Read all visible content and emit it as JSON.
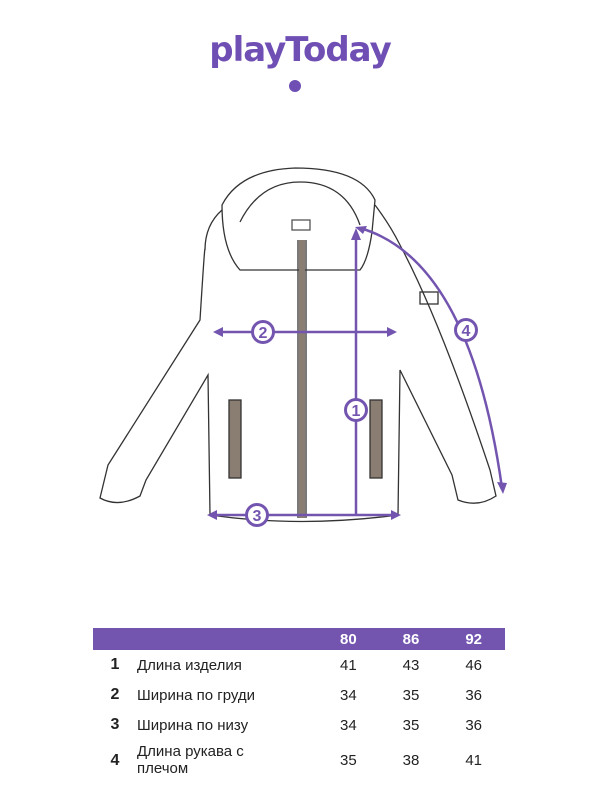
{
  "brand": {
    "logo": "playToday"
  },
  "diagram": {
    "markers": [
      "1",
      "2",
      "3",
      "4"
    ],
    "accent": "#7355b0"
  },
  "table": {
    "sizes": [
      "80",
      "86",
      "92"
    ],
    "rows": [
      {
        "num": "1",
        "label": "Длина изделия",
        "values": [
          "41",
          "43",
          "46"
        ]
      },
      {
        "num": "2",
        "label": "Ширина по груди",
        "values": [
          "34",
          "35",
          "36"
        ]
      },
      {
        "num": "3",
        "label": "Ширина по низу",
        "values": [
          "34",
          "35",
          "36"
        ]
      },
      {
        "num": "4",
        "label": "Длина рукава с плечом",
        "values": [
          "35",
          "38",
          "41"
        ]
      }
    ]
  }
}
